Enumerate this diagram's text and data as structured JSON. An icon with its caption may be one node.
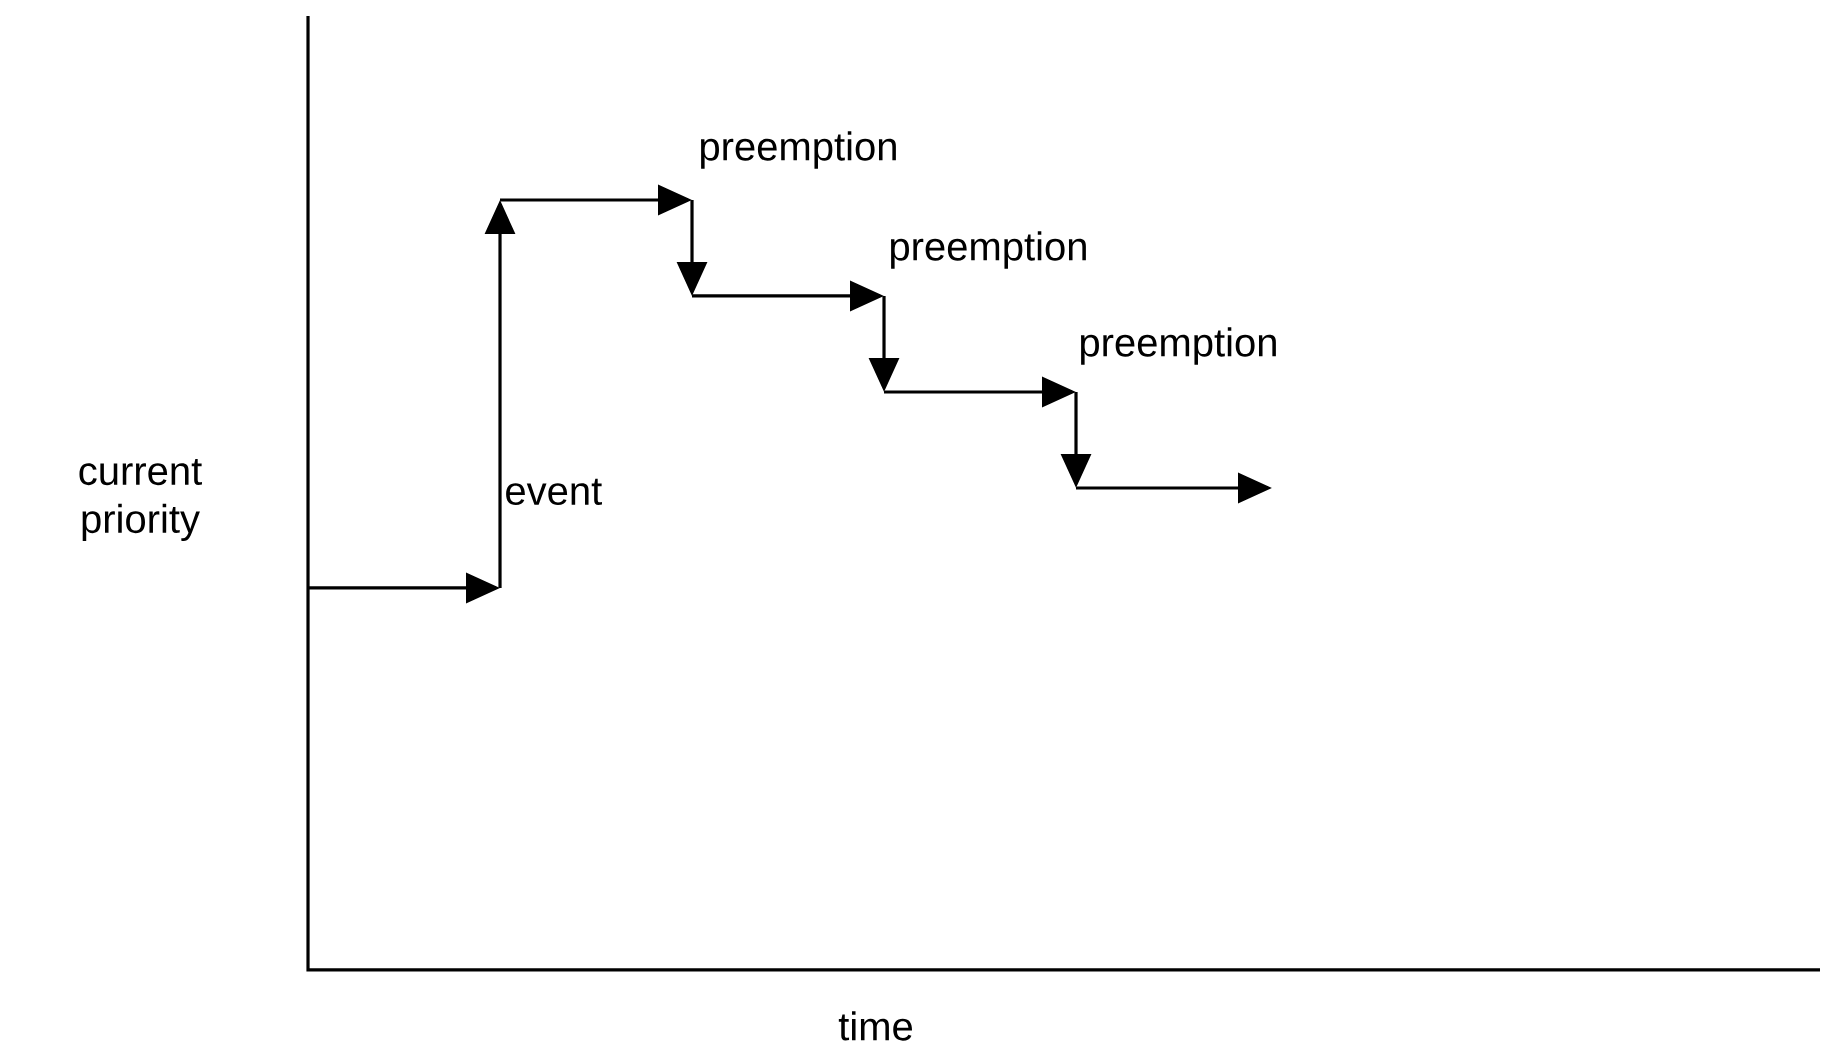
{
  "diagram": {
    "labels": [
      "preemption",
      "preemption",
      "preemption",
      "current priority",
      "event",
      "time"
    ]
  }
}
